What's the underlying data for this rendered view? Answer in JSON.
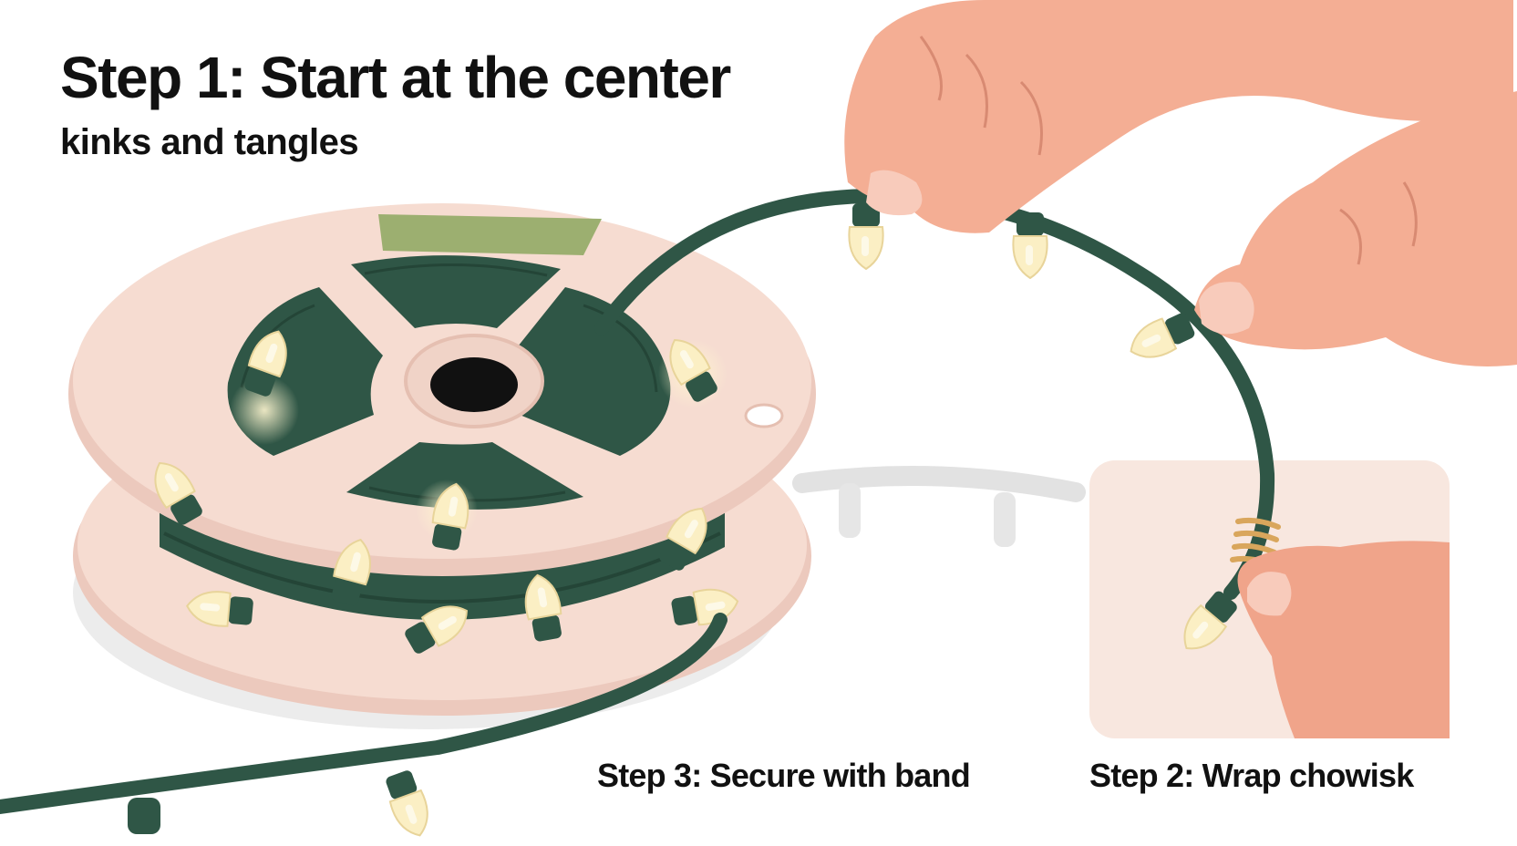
{
  "heading": {
    "title": "Step 1: Start at the center",
    "subtitle": "kinks and tangles"
  },
  "steps": {
    "secure": "Step 3: Secure with band",
    "wrap": "Step 2: Wrap chowisk"
  },
  "icons": [
    "light-reel",
    "hand",
    "bulb",
    "rubber-band"
  ],
  "colors": {
    "cord": "#2f5646",
    "reel": "#f6dcd1",
    "reel_label": "#9caf70",
    "bulb": "#fbefc4",
    "skin": "#f4ae94",
    "inset_panel": "#f8e7df",
    "band": "#d9a65c"
  }
}
